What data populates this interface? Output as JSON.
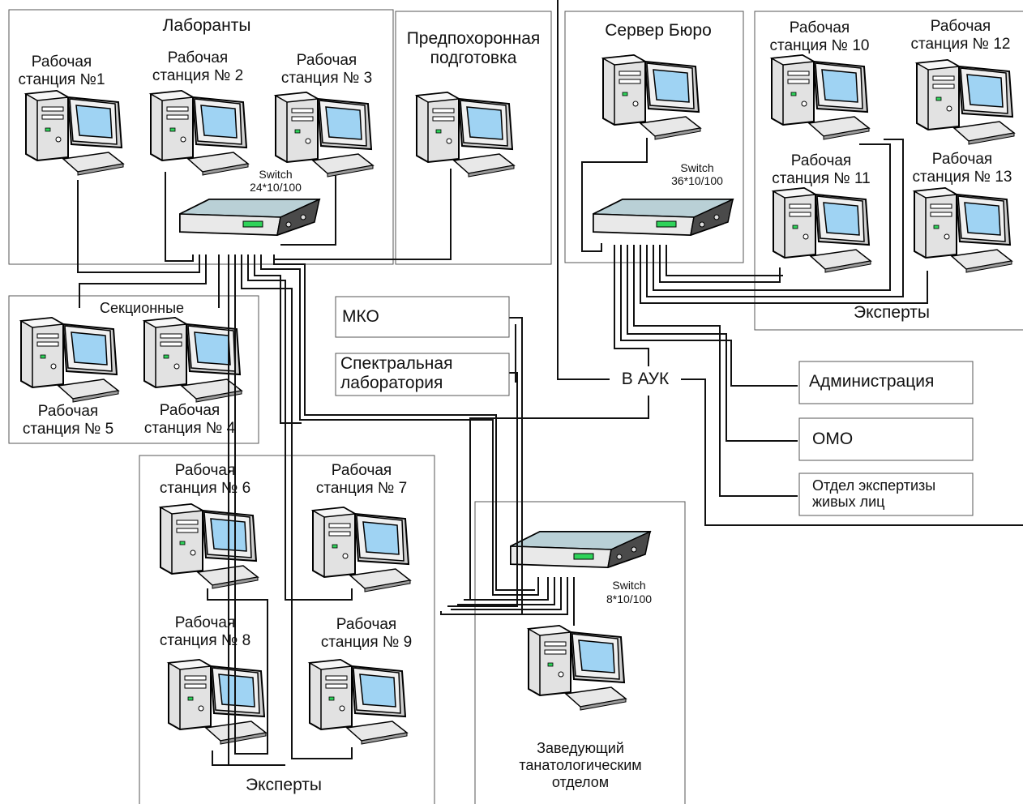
{
  "groups": {
    "labs": "Лаборанты",
    "prep": "Предпохоронная подготовка",
    "server": "Сервер Бюро",
    "experts_right": "Эксперты",
    "sectional": "Секционные",
    "experts_bottom": "Эксперты"
  },
  "workstations": {
    "ws1": "Рабочая станция №1",
    "ws2": "Рабочая станция № 2",
    "ws3": "Рабочая станция № 3",
    "ws4": "Рабочая станция № 4",
    "ws5": "Рабочая станция № 5",
    "ws6": "Рабочая станция № 6",
    "ws7": "Рабочая станция № 7",
    "ws8": "Рабочая станция № 8",
    "ws9": "Рабочая станция № 9",
    "ws10": "Рабочая станция № 10",
    "ws11": "Рабочая станция № 11",
    "ws12": "Рабочая станция № 12",
    "ws13": "Рабочая станция № 13"
  },
  "switches": {
    "sw_labs_name": "Switch",
    "sw_labs_spec": "24*10/100",
    "sw_server_name": "Switch",
    "sw_server_spec": "36*10/100",
    "sw_head_name": "Switch",
    "sw_head_spec": "8*10/100"
  },
  "departments": {
    "mko": "МКО",
    "spectral": "Спектральная лаборатория",
    "auk": "В АУК",
    "admin": "Администрация",
    "omo": "ОМО",
    "living": "Отдел экспертизы живых лиц",
    "head": "Заведующий танатологическим отделом"
  },
  "colors": {
    "monitor_screen": "#9fd3f3",
    "case_body": "#e2e2e2",
    "switch_top": "#b9d0d6",
    "switch_led": "#2fd35a"
  }
}
